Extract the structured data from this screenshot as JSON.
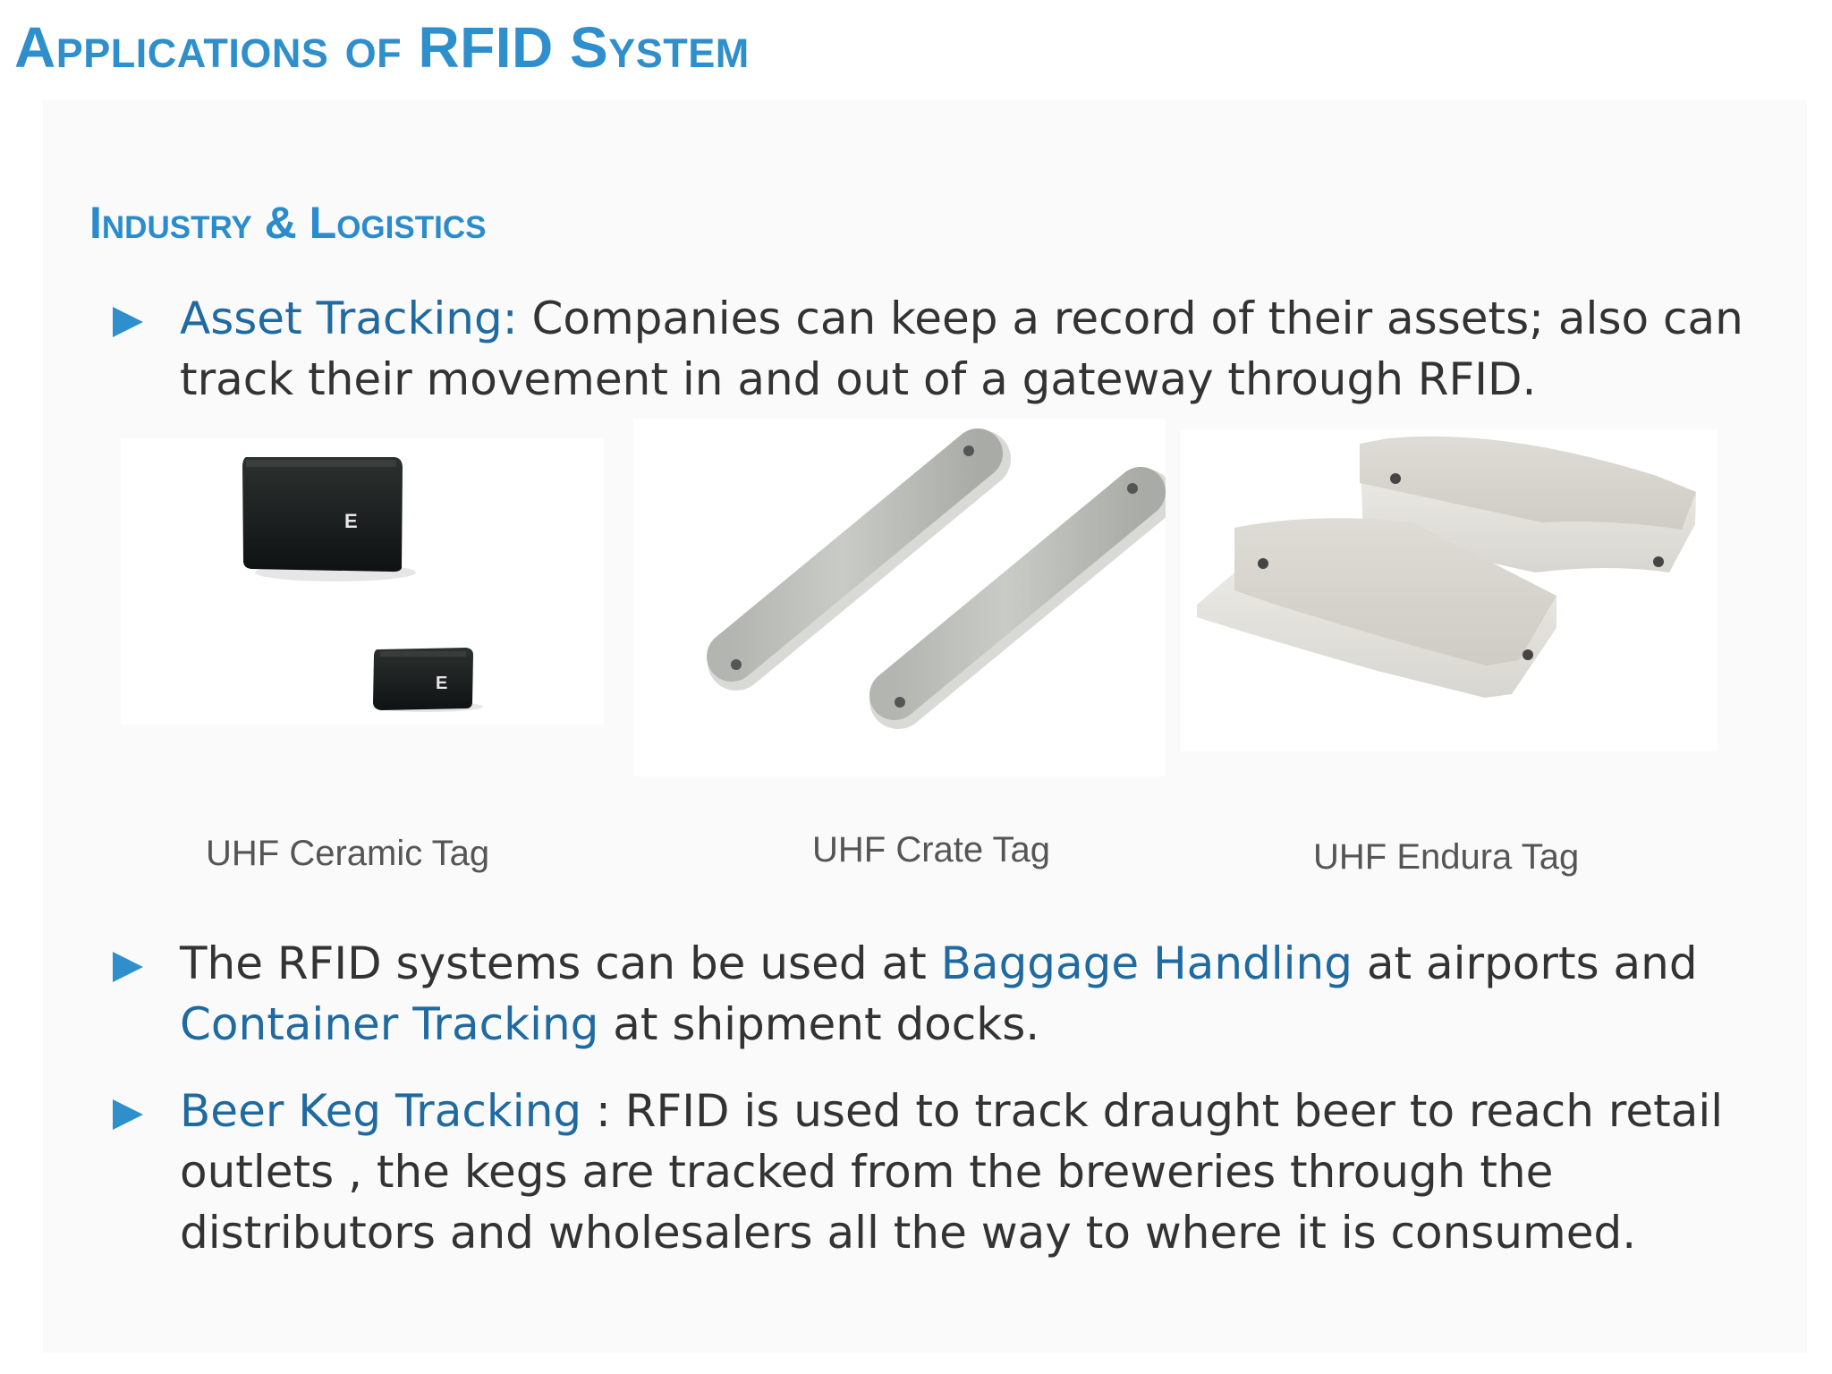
{
  "slide": {
    "title": "Applications of RFID System"
  },
  "section": {
    "heading": "Industry & Logistics"
  },
  "bullets": [
    {
      "term": "Asset Tracking:",
      "text": " Companies can keep a record of their assets; also can track their movement in and out of a gateway through RFID."
    },
    {
      "text_before": "The RFID systems can be used at ",
      "term_1": "Baggage Handling",
      "text_middle": " at airports and ",
      "term_2": "Container Tracking",
      "text_after": " at shipment docks."
    },
    {
      "term": "Beer Keg Tracking",
      "text": " : RFID is used to track draught beer to reach retail outlets , the kegs are tracked from the breweries through the distributors and wholesalers all the way to where it is consumed."
    }
  ],
  "tags": [
    {
      "caption": "UHF Ceramic Tag"
    },
    {
      "caption": "UHF Crate Tag"
    },
    {
      "caption": "UHF Endura Tag"
    }
  ],
  "colors": {
    "title": "#2f8fcd",
    "heading": "#2a8ccc",
    "term": "#1f6aa0",
    "body_text": "#333333",
    "bullet_arrow": "#2f8fcd",
    "caption": "#555555"
  }
}
